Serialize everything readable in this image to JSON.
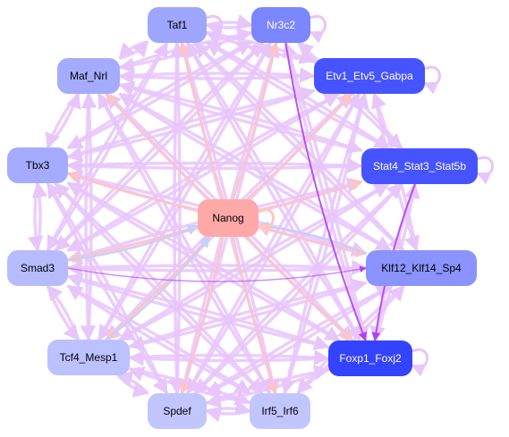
{
  "graph": {
    "nodes": [
      {
        "id": "nanog",
        "label": "Nanog",
        "fill": "#ffa8a8",
        "text_color": "#000000",
        "is_center": true
      },
      {
        "id": "taf1",
        "label": "Taf1",
        "fill": "#9ea6ff",
        "text_color": "#000000"
      },
      {
        "id": "nr3c2",
        "label": "Nr3c2",
        "fill": "#7b86ff",
        "text_color": "#ffffff"
      },
      {
        "id": "maf-nrl",
        "label": "Maf_Nrl",
        "fill": "#a5acff",
        "text_color": "#000000"
      },
      {
        "id": "etv1-etv5-gabpa",
        "label": "Etv1_Etv5_Gabpa",
        "fill": "#4654ff",
        "text_color": "#ffffff"
      },
      {
        "id": "tbx3",
        "label": "Tbx3",
        "fill": "#a5acff",
        "text_color": "#000000"
      },
      {
        "id": "stat4-stat3-stat5b",
        "label": "Stat4_Stat3_Stat5b",
        "fill": "#4654ff",
        "text_color": "#ffffff"
      },
      {
        "id": "smad3",
        "label": "Smad3",
        "fill": "#b6bcff",
        "text_color": "#000000"
      },
      {
        "id": "klf12-klf14-sp4",
        "label": "Klf12_Klf14_Sp4",
        "fill": "#8a93ff",
        "text_color": "#000000"
      },
      {
        "id": "tcf4-mesp1",
        "label": "Tcf4_Mesp1",
        "fill": "#bcc1ff",
        "text_color": "#000000"
      },
      {
        "id": "foxp1-foxj2",
        "label": "Foxp1_Foxj2",
        "fill": "#3443ff",
        "text_color": "#ffffff"
      },
      {
        "id": "spdef",
        "label": "Spdef",
        "fill": "#c2c6ff",
        "text_color": "#000000"
      },
      {
        "id": "irf5-irf6",
        "label": "Irf5_Irf6",
        "fill": "#c2c6ff",
        "text_color": "#000000"
      }
    ],
    "edge_colors": {
      "dense_background": "#e7c6fb",
      "from_center": "#ffc4c4",
      "to_center": "#c8cff8",
      "strong": "#b240f5"
    }
  }
}
